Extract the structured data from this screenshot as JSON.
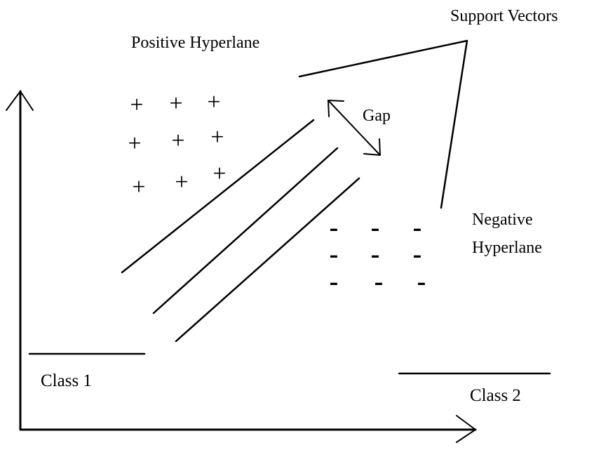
{
  "diagram": {
    "support_vectors_label": "Support Vectors",
    "positive_hyperplane_label": "Positive Hyperlane",
    "negative_hyperplane_label_line1": "Negative",
    "negative_hyperplane_label_line2": "Hyperlane",
    "gap_label": "Gap",
    "class1_label": "Class 1",
    "class2_label": "Class 2",
    "positive_symbol": "+",
    "negative_symbol": "-"
  }
}
